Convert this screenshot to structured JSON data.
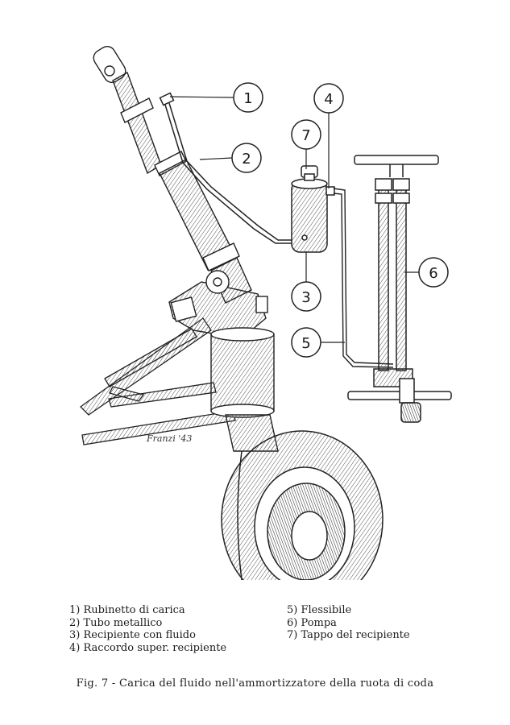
{
  "figure": {
    "callouts": [
      {
        "number": "1"
      },
      {
        "number": "2"
      },
      {
        "number": "3"
      },
      {
        "number": "4"
      },
      {
        "number": "5"
      },
      {
        "number": "6"
      },
      {
        "number": "7"
      }
    ],
    "signature": "Franzi '43"
  },
  "legend": {
    "left": [
      "1) Rubinetto di carica",
      "2) Tubo metallico",
      "3) Recipiente con fluido",
      "4) Raccordo super. recipiente"
    ],
    "right": [
      "5) Flessibile",
      "6) Pompa",
      "7) Tappo del recipiente"
    ]
  },
  "caption": "Fig. 7 - Carica del fluido nell'ammortizzatore della ruota di coda"
}
